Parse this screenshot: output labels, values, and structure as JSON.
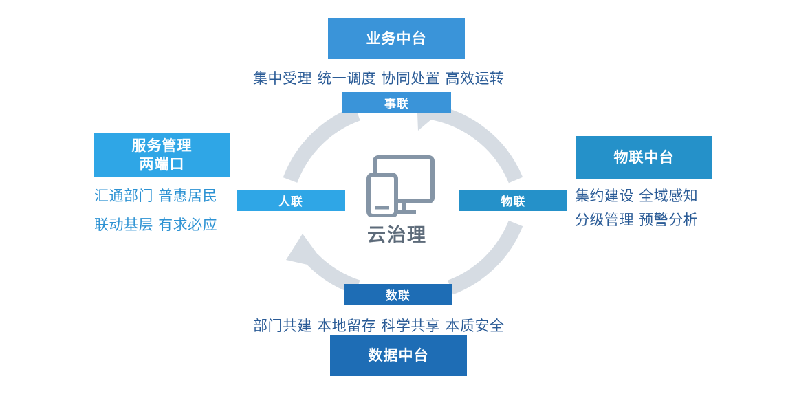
{
  "colors": {
    "business": "#3a94d9",
    "service": "#2fa6e6",
    "iot": "#2591c9",
    "data": "#1e6db5",
    "ring": "#d6dce3",
    "device_icon": "#8595a6",
    "center_text": "#5d6b7a"
  },
  "center": {
    "label": "云治理",
    "icon": "desktop-and-phone-icon"
  },
  "business": {
    "title": "业务中台",
    "link": "事联",
    "desc": "集中受理  统一调度  协同处置  高效运转"
  },
  "service": {
    "title_line1": "服务管理",
    "title_line2": "两端口",
    "link": "人联",
    "desc_line1": "汇通部门  普惠居民",
    "desc_line2": "联动基层  有求必应"
  },
  "iot": {
    "title": "物联中台",
    "link": "物联",
    "desc_line1": "集约建设  全域感知",
    "desc_line2": "分级管理  预警分析"
  },
  "data": {
    "title": "数据中台",
    "link": "数联",
    "desc": "部门共建  本地留存  科学共享  本质安全"
  }
}
